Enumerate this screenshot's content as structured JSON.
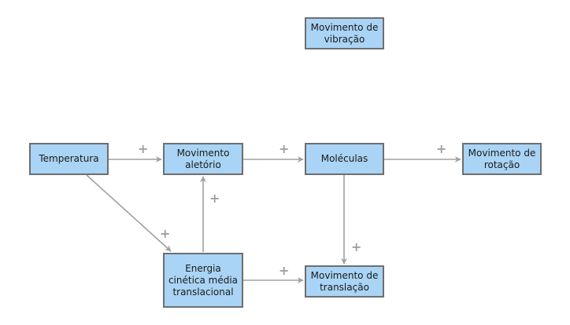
{
  "diagram": {
    "nodes": {
      "vibracao": "Movimento de vibração",
      "temperatura": "Temperatura",
      "aleatorio": "Movimento aletório",
      "moleculas": "Moléculas",
      "rotacao": "Movimento de rotação",
      "energia": "Energia cinética média translacional",
      "translacao": "Movimento de translação"
    },
    "edges": [
      {
        "from": "temperatura",
        "to": "aleatorio",
        "polarity": "+"
      },
      {
        "from": "aleatorio",
        "to": "moleculas",
        "polarity": "+"
      },
      {
        "from": "moleculas",
        "to": "rotacao",
        "polarity": "+"
      },
      {
        "from": "temperatura",
        "to": "energia",
        "polarity": "+"
      },
      {
        "from": "energia",
        "to": "aleatorio",
        "polarity": "+"
      },
      {
        "from": "energia",
        "to": "translacao",
        "polarity": "+"
      },
      {
        "from": "moleculas",
        "to": "translacao",
        "polarity": "+"
      }
    ],
    "colors": {
      "node_fill": "#a9d4f5",
      "node_border": "#6e6e6e",
      "edge": "#a0a0a0"
    }
  }
}
